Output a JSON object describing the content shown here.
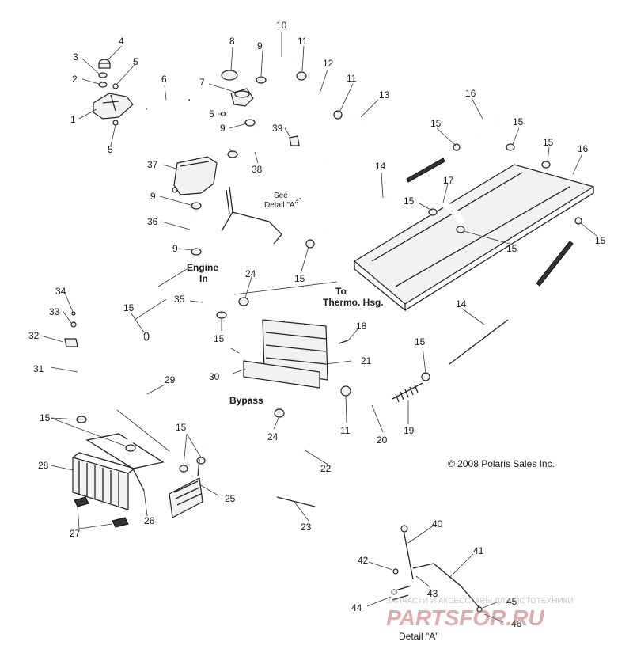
{
  "callouts": [
    {
      "id": "c1",
      "text": "1"
    },
    {
      "id": "c2",
      "text": "2"
    },
    {
      "id": "c3",
      "text": "3"
    },
    {
      "id": "c4",
      "text": "4"
    },
    {
      "id": "c5a",
      "text": "5"
    },
    {
      "id": "c5b",
      "text": "5"
    },
    {
      "id": "c5c",
      "text": "5"
    },
    {
      "id": "c6",
      "text": "6"
    },
    {
      "id": "c7",
      "text": "7"
    },
    {
      "id": "c8",
      "text": "8"
    },
    {
      "id": "c9a",
      "text": "9"
    },
    {
      "id": "c9b",
      "text": "9"
    },
    {
      "id": "c9c",
      "text": "9"
    },
    {
      "id": "c9d",
      "text": "9"
    },
    {
      "id": "c10",
      "text": "10"
    },
    {
      "id": "c11a",
      "text": "11"
    },
    {
      "id": "c11b",
      "text": "11"
    },
    {
      "id": "c11c",
      "text": "11"
    },
    {
      "id": "c12",
      "text": "12"
    },
    {
      "id": "c13",
      "text": "13"
    },
    {
      "id": "c14a",
      "text": "14"
    },
    {
      "id": "c14b",
      "text": "14"
    },
    {
      "id": "c15a",
      "text": "15"
    },
    {
      "id": "c15b",
      "text": "15"
    },
    {
      "id": "c15c",
      "text": "15"
    },
    {
      "id": "c15d",
      "text": "15"
    },
    {
      "id": "c15e",
      "text": "15"
    },
    {
      "id": "c15f",
      "text": "15"
    },
    {
      "id": "c15g",
      "text": "15"
    },
    {
      "id": "c15h",
      "text": "15"
    },
    {
      "id": "c15i",
      "text": "15"
    },
    {
      "id": "c15j",
      "text": "15"
    },
    {
      "id": "c15k",
      "text": "15"
    },
    {
      "id": "c15l",
      "text": "15"
    },
    {
      "id": "c16a",
      "text": "16"
    },
    {
      "id": "c16b",
      "text": "16"
    },
    {
      "id": "c17",
      "text": "17"
    },
    {
      "id": "c18",
      "text": "18"
    },
    {
      "id": "c19",
      "text": "19"
    },
    {
      "id": "c20",
      "text": "20"
    },
    {
      "id": "c21",
      "text": "21"
    },
    {
      "id": "c22",
      "text": "22"
    },
    {
      "id": "c23",
      "text": "23"
    },
    {
      "id": "c24a",
      "text": "24"
    },
    {
      "id": "c24b",
      "text": "24"
    },
    {
      "id": "c25",
      "text": "25"
    },
    {
      "id": "c26",
      "text": "26"
    },
    {
      "id": "c27",
      "text": "27"
    },
    {
      "id": "c28",
      "text": "28"
    },
    {
      "id": "c29",
      "text": "29"
    },
    {
      "id": "c30",
      "text": "30"
    },
    {
      "id": "c31",
      "text": "31"
    },
    {
      "id": "c32",
      "text": "32"
    },
    {
      "id": "c33",
      "text": "33"
    },
    {
      "id": "c34",
      "text": "34"
    },
    {
      "id": "c35",
      "text": "35"
    },
    {
      "id": "c36",
      "text": "36"
    },
    {
      "id": "c37",
      "text": "37"
    },
    {
      "id": "c38",
      "text": "38"
    },
    {
      "id": "c39",
      "text": "39"
    },
    {
      "id": "c40",
      "text": "40"
    },
    {
      "id": "c41",
      "text": "41"
    },
    {
      "id": "c42",
      "text": "42"
    },
    {
      "id": "c43",
      "text": "43"
    },
    {
      "id": "c44",
      "text": "44"
    },
    {
      "id": "c45",
      "text": "45"
    },
    {
      "id": "c46",
      "text": "46"
    }
  ],
  "labels": {
    "engine_in_1": "Engine",
    "engine_in_2": "In",
    "to_thermo_1": "To",
    "to_thermo_2": "Thermo. Hsg.",
    "bypass": "Bypass",
    "see_detail_1": "See",
    "see_detail_2": "Detail \"A\"",
    "detail_a": "Detail \"A\"",
    "copyright": "© 2008 Polaris Sales Inc."
  },
  "watermark": {
    "tagline": "ЗАПЧАСТИ И АКСЕССУАРЫ ДЛЯ МОТОТЕХНИКИ",
    "logo": "PARTSFOR.RU"
  }
}
